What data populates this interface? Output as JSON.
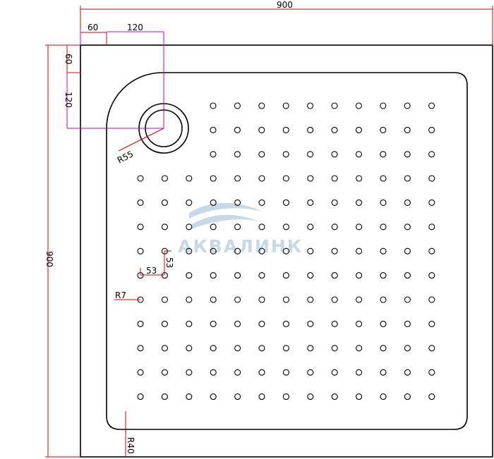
{
  "colors": {
    "outline": "#000000",
    "dimension_red": "#e00000",
    "dimension_magenta": "#cc00cc",
    "watermark": "#c6d9e8"
  },
  "labels": {
    "overall_width": "900",
    "overall_height": "900",
    "drain_offset_x1": "60",
    "drain_offset_x2": "120",
    "drain_offset_y1": "60",
    "drain_offset_y2": "120",
    "drain_radius": "R55",
    "hole_pitch_x": "53",
    "hole_pitch_y": "53",
    "hole_radius": "R7",
    "corner_radius": "R40"
  },
  "watermark": {
    "logo": "wave-logo-icon",
    "brand": "АКВАЛИНК"
  },
  "hole_grid": {
    "top_rows": 3,
    "top_cols": 10,
    "main_rows": 10,
    "main_cols": 13
  }
}
